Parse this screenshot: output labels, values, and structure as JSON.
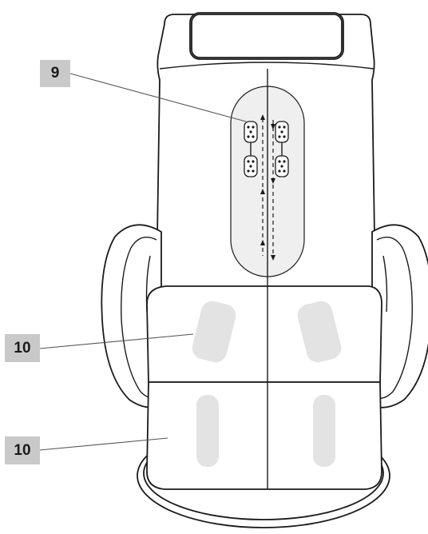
{
  "callouts": {
    "label_9": "9",
    "label_10_seat": "10",
    "label_10_leg": "10"
  },
  "colors": {
    "outline": "#1a1a1a",
    "callout_bg": "#c9c9c9",
    "massage_zone": "#efefef",
    "pad_fill": "#e3e3e3"
  }
}
